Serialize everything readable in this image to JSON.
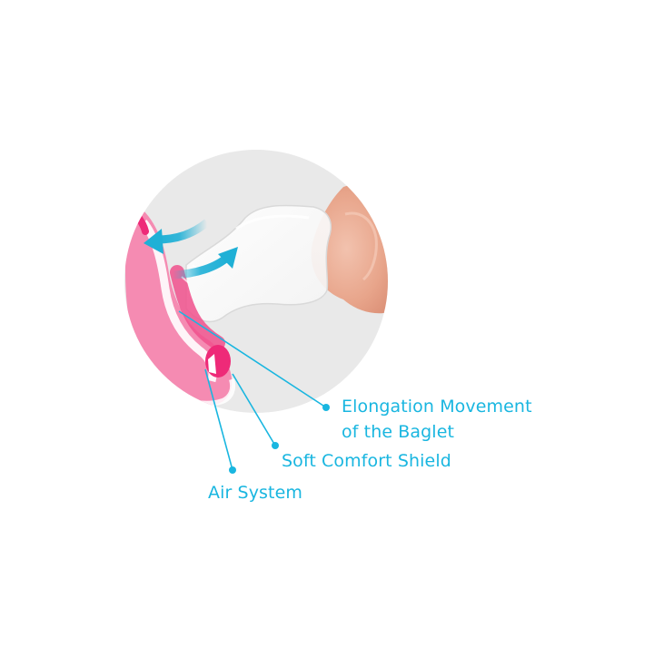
{
  "colors": {
    "accent": "#19b6e0",
    "circle_bg": "#e9e9e9",
    "pink": "#f06a9a",
    "pink_dark": "#ee2a78",
    "skin": "#e9a98f",
    "arrow": "#1fb0d6"
  },
  "illustration": {
    "subject": "pacifier-closeup",
    "icons": [
      "double-arrow-icon"
    ]
  },
  "callouts": [
    {
      "id": "elongation",
      "lines": [
        "Elongation Movement",
        "of the Baglet"
      ]
    },
    {
      "id": "shield",
      "lines": [
        "Soft Comfort Shield"
      ]
    },
    {
      "id": "air",
      "lines": [
        "Air System"
      ]
    }
  ]
}
